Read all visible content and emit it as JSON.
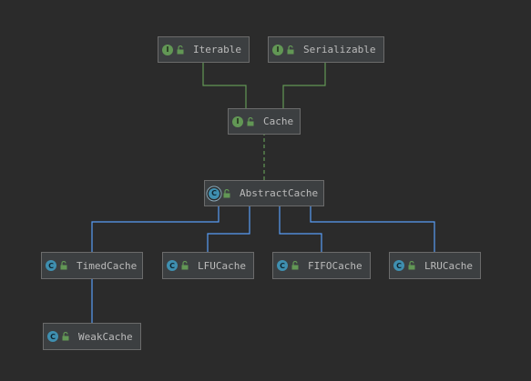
{
  "colors": {
    "background": "#2b2b2b",
    "node_fill": "#3c3f41",
    "node_border": "#6b6b6b",
    "text": "#bbbbbb",
    "interface_edge": "#629755",
    "class_edge": "#589df6",
    "interface_badge": "#629755",
    "class_badge": "#3f8fb0"
  },
  "nodes": {
    "iterable": {
      "label": "Iterable",
      "badge": "I",
      "kind": "interface",
      "badge_icon": "interface-icon",
      "lock_icon": "unlocked-icon"
    },
    "serializable": {
      "label": "Serializable",
      "badge": "I",
      "kind": "interface",
      "badge_icon": "interface-icon",
      "lock_icon": "unlocked-icon"
    },
    "cache": {
      "label": "Cache",
      "badge": "I",
      "kind": "interface",
      "badge_icon": "interface-icon",
      "lock_icon": "unlocked-icon"
    },
    "abstract_cache": {
      "label": "AbstractCache",
      "badge": "C",
      "kind": "abstract-class",
      "badge_icon": "abstract-class-icon",
      "lock_icon": "unlocked-icon"
    },
    "timed_cache": {
      "label": "TimedCache",
      "badge": "C",
      "kind": "class",
      "badge_icon": "class-icon",
      "lock_icon": "unlocked-icon"
    },
    "lfu_cache": {
      "label": "LFUCache",
      "badge": "C",
      "kind": "class",
      "badge_icon": "class-icon",
      "lock_icon": "unlocked-icon"
    },
    "fifo_cache": {
      "label": "FIFOCache",
      "badge": "C",
      "kind": "class",
      "badge_icon": "class-icon",
      "lock_icon": "unlocked-icon"
    },
    "lru_cache": {
      "label": "LRUCache",
      "badge": "C",
      "kind": "class",
      "badge_icon": "class-icon",
      "lock_icon": "unlocked-icon"
    },
    "weak_cache": {
      "label": "WeakCache",
      "badge": "C",
      "kind": "class",
      "badge_icon": "class-icon",
      "lock_icon": "unlocked-icon"
    }
  },
  "edges": [
    {
      "from": "cache",
      "to": "iterable",
      "relation": "extends-interface"
    },
    {
      "from": "cache",
      "to": "serializable",
      "relation": "extends-interface"
    },
    {
      "from": "abstract_cache",
      "to": "cache",
      "relation": "implements"
    },
    {
      "from": "timed_cache",
      "to": "abstract_cache",
      "relation": "extends"
    },
    {
      "from": "lfu_cache",
      "to": "abstract_cache",
      "relation": "extends"
    },
    {
      "from": "fifo_cache",
      "to": "abstract_cache",
      "relation": "extends"
    },
    {
      "from": "lru_cache",
      "to": "abstract_cache",
      "relation": "extends"
    },
    {
      "from": "weak_cache",
      "to": "timed_cache",
      "relation": "extends"
    }
  ]
}
